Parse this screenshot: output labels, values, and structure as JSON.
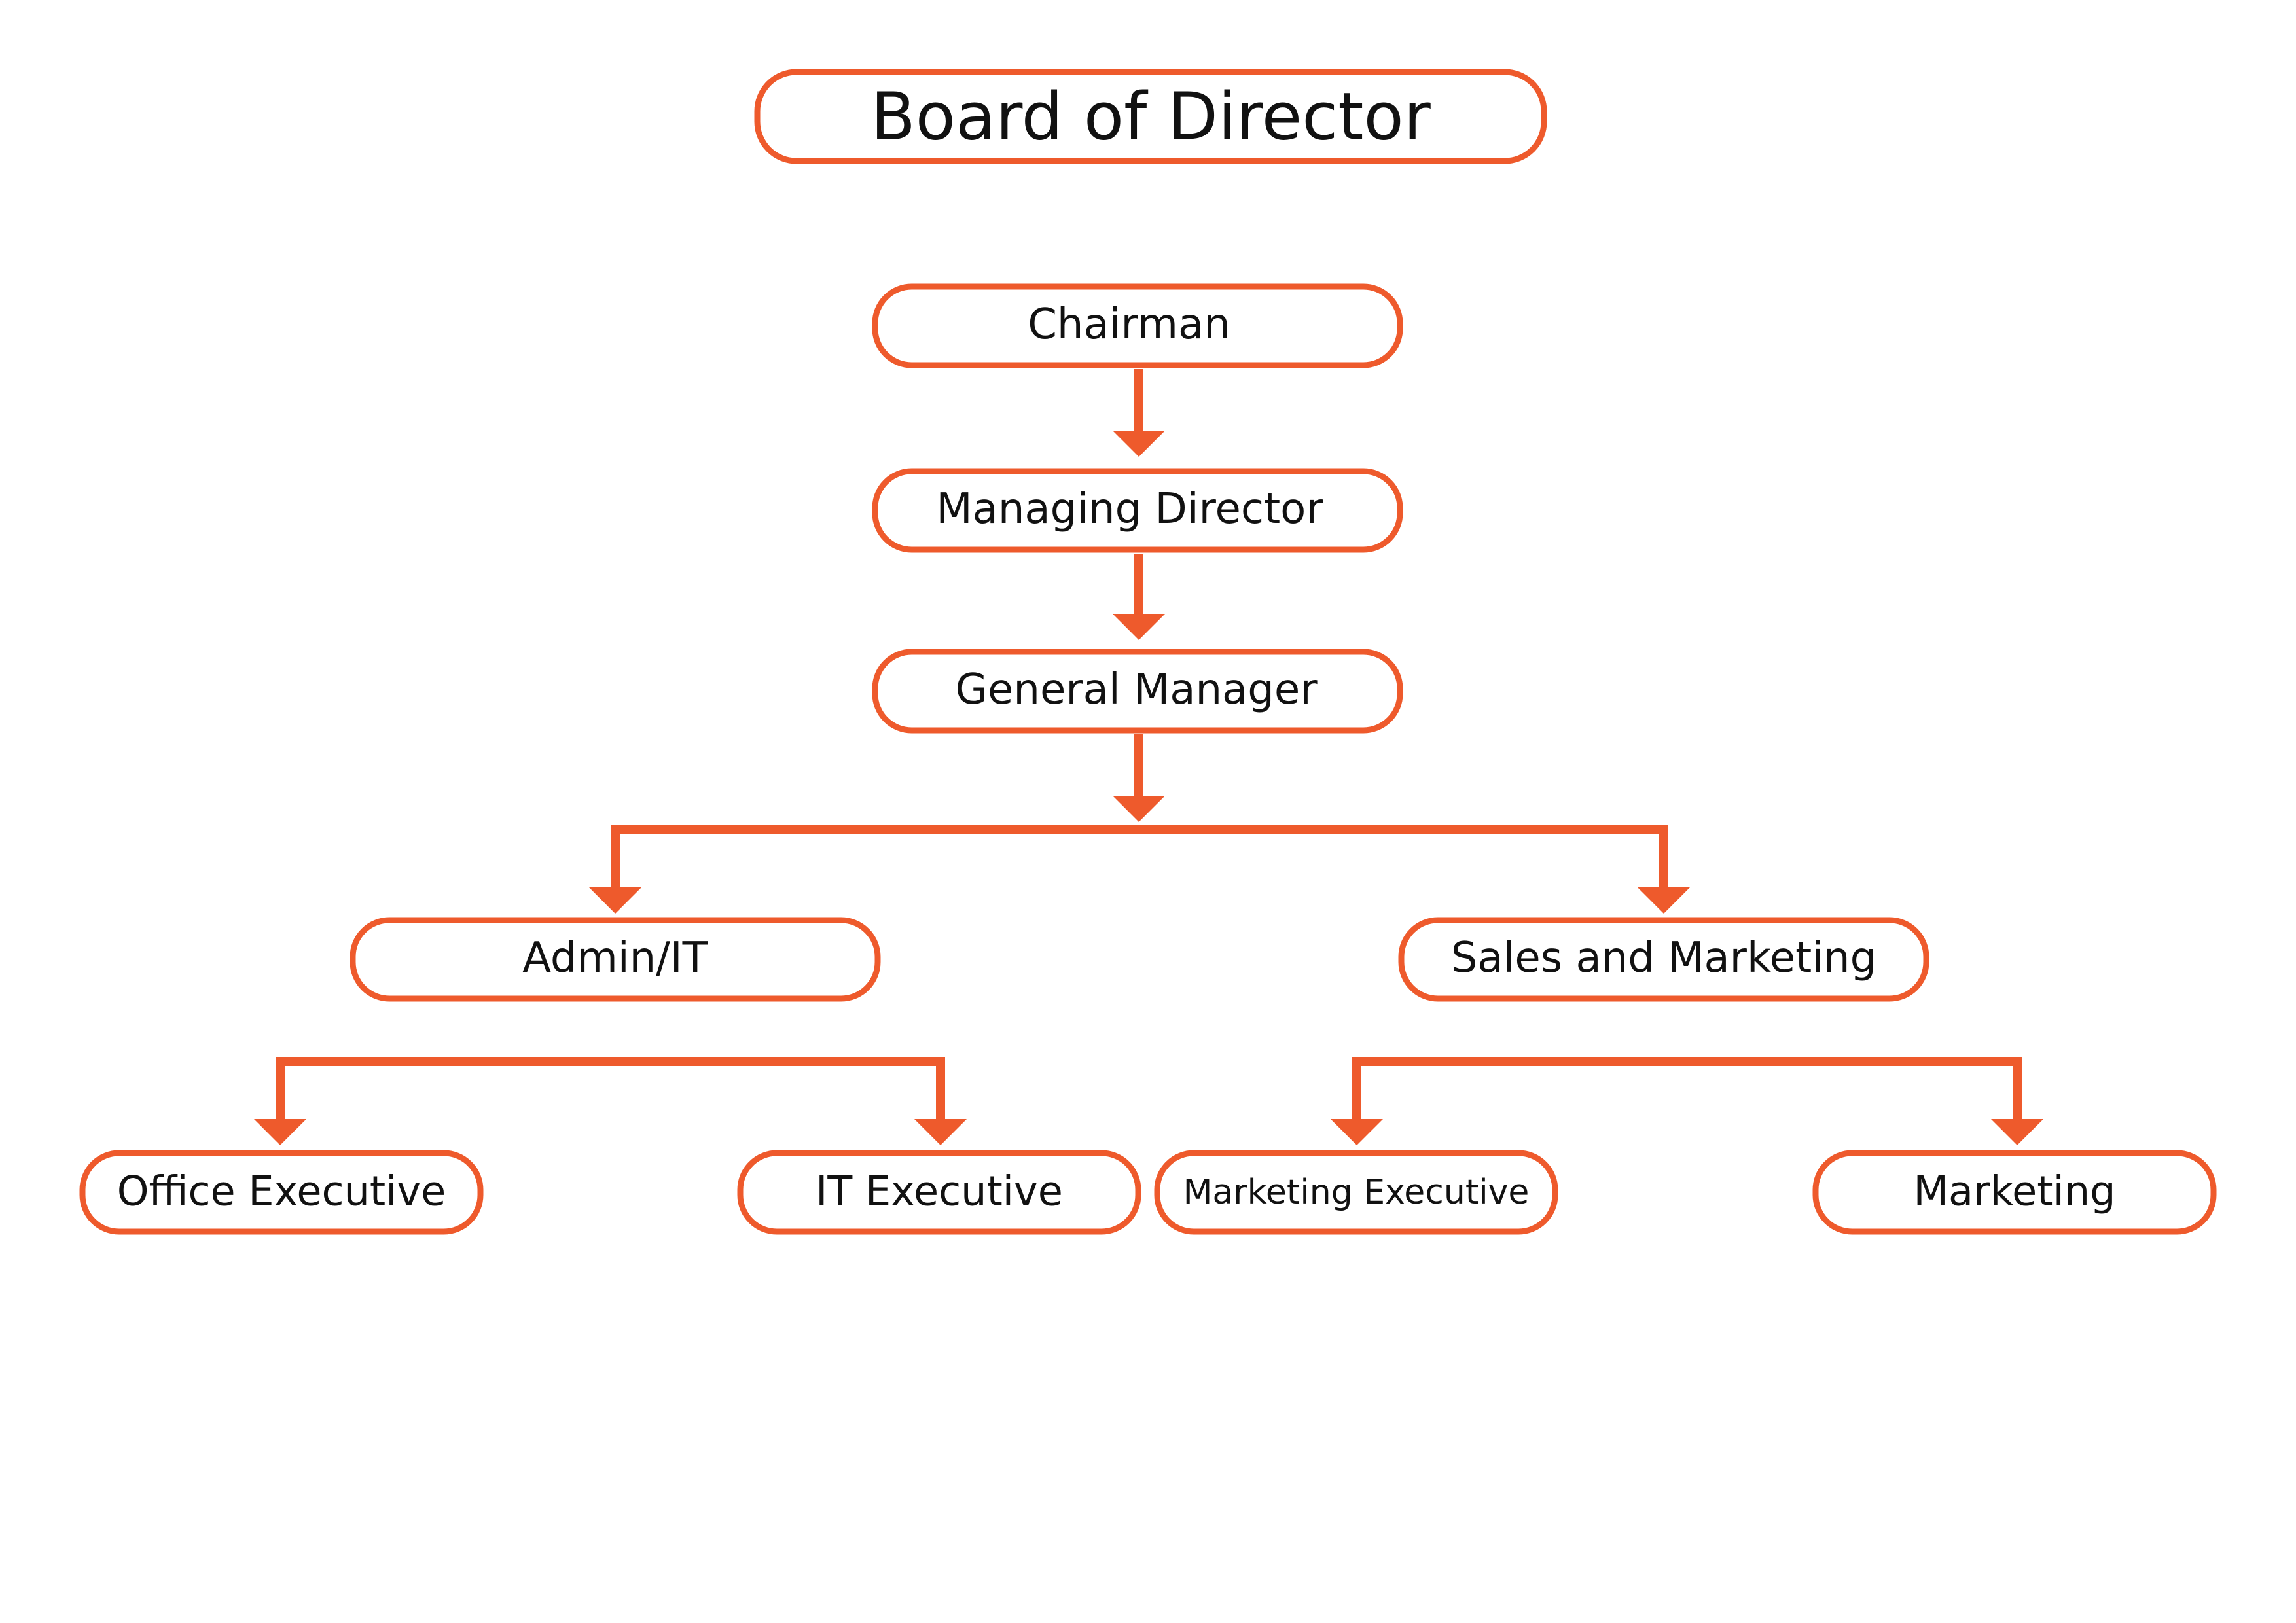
{
  "diagram": {
    "type": "org-chart",
    "title": "Board of Director",
    "accent_color": "#ee5a2c",
    "text_color": "#111111",
    "nodes": [
      {
        "id": "chairman",
        "label": "Chairman"
      },
      {
        "id": "managing-director",
        "label": "Managing Director"
      },
      {
        "id": "general-manager",
        "label": "General Manager"
      },
      {
        "id": "admin-it",
        "label": "Admin/IT"
      },
      {
        "id": "sales-marketing",
        "label": "Sales and Marketing"
      },
      {
        "id": "office-executive",
        "label": "Office Executive"
      },
      {
        "id": "it-executive",
        "label": "IT Executive"
      },
      {
        "id": "marketing-executive",
        "label": "Marketing Executive"
      },
      {
        "id": "marketing",
        "label": "Marketing"
      }
    ],
    "edges": [
      {
        "from": "chairman",
        "to": "managing-director"
      },
      {
        "from": "managing-director",
        "to": "general-manager"
      },
      {
        "from": "general-manager",
        "to": "admin-it"
      },
      {
        "from": "general-manager",
        "to": "sales-marketing"
      },
      {
        "from": "admin-it",
        "to": "office-executive"
      },
      {
        "from": "admin-it",
        "to": "it-executive"
      },
      {
        "from": "sales-marketing",
        "to": "marketing-executive"
      },
      {
        "from": "sales-marketing",
        "to": "marketing"
      }
    ]
  }
}
